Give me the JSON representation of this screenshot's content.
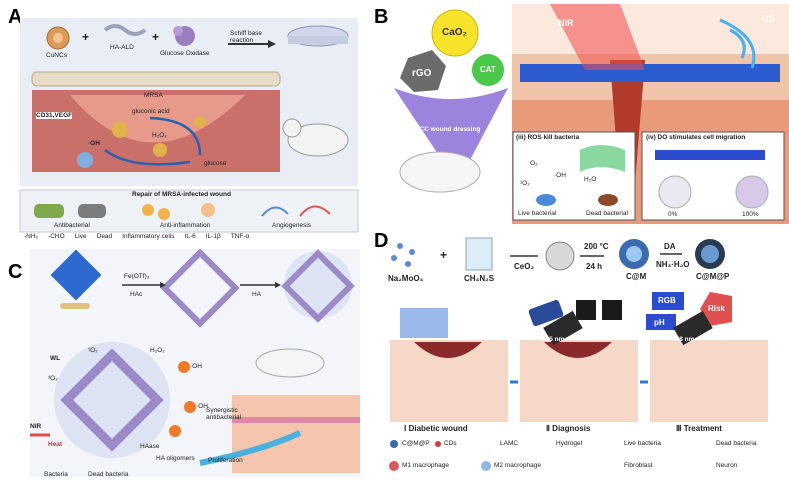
{
  "panel_labels": {
    "a": "A",
    "b": "B",
    "c": "C",
    "d": "D"
  },
  "panel_a": {
    "reagents": [
      "CuNCs",
      "HA-ALD",
      "Glucose Oxidase"
    ],
    "plus": "+",
    "reaction": "Schiff base reaction",
    "markers": "CD31,VEGF",
    "mrsa": "MRSA",
    "gluconic_acid": "gluconic acid",
    "h2o2": "H₂O₂",
    "oh": "·OH",
    "glucose": "glucose",
    "section_title": "Repair of MRSA-infected wound",
    "stages": [
      "Antibacterial",
      "Anti-inflammation",
      "Angiogenesis"
    ],
    "legend": [
      "-NH₂",
      "-CHO",
      "Live",
      "Dead",
      "Inflammatory cells",
      "IL-6",
      "IL-1β",
      "TNF-α"
    ]
  },
  "panel_b": {
    "cao2": "CaO₂",
    "rgo": "rGO",
    "cat": "CAT",
    "dressing": "PGCC wound dressing",
    "nir": "NIR",
    "us": "US",
    "box3_title": "(iii) ROS kill bacteria",
    "box3_labels": [
      "O₂",
      "·OH",
      "H₂O",
      "¹O₂"
    ],
    "live": "Live bacterial",
    "dead": "Dead bacterial",
    "box4_title": "(iv) DO stimulates cell migration",
    "pct0": "0%",
    "pct100": "100%"
  },
  "panel_c": {
    "feotf": "Fe(OTf)₃",
    "hac": "HAc",
    "ha": "HA",
    "wl": "WL",
    "o2": "³O₂",
    "o2s": "¹O₂",
    "h2o2": "H₂O₂",
    "oh": "·OH",
    "nir": "NIR",
    "heat": "Heat",
    "haase": "HAase",
    "oligomers": "HA oligomers",
    "synergistic": "Synergistic antibacterial",
    "proliferation": "Proliferation",
    "legend_bacteria": "Bacteria",
    "legend_dead": "Dead bacteria"
  },
  "panel_d": {
    "na2moo4": "Na₂MoO₄",
    "ch4n2s": "CH₄N₂S",
    "plus": "+",
    "ceo2": "CeO₂",
    "temp": "200 °C",
    "time": "24 h",
    "cm": "C@M",
    "da": "DA",
    "nh3": "NH₃·H₂O",
    "cmp": "C@M@P",
    "rgb": "RGB",
    "ph": "pH",
    "risk": "Risk",
    "nm365": "365 nm",
    "nm808": "808 nm",
    "stages": [
      "Ⅰ Diabetic wound",
      "Ⅱ Diagnosis",
      "Ⅲ Treatment"
    ],
    "legend_row1": [
      "C@M@P",
      "CDs",
      "LAMC",
      "Hydrogel",
      "Live bacteria",
      "Dead bacteria"
    ],
    "legend_row2": [
      "M1 macrophage",
      "M2 macrophage",
      "Fibroblast",
      "Neuron"
    ]
  }
}
